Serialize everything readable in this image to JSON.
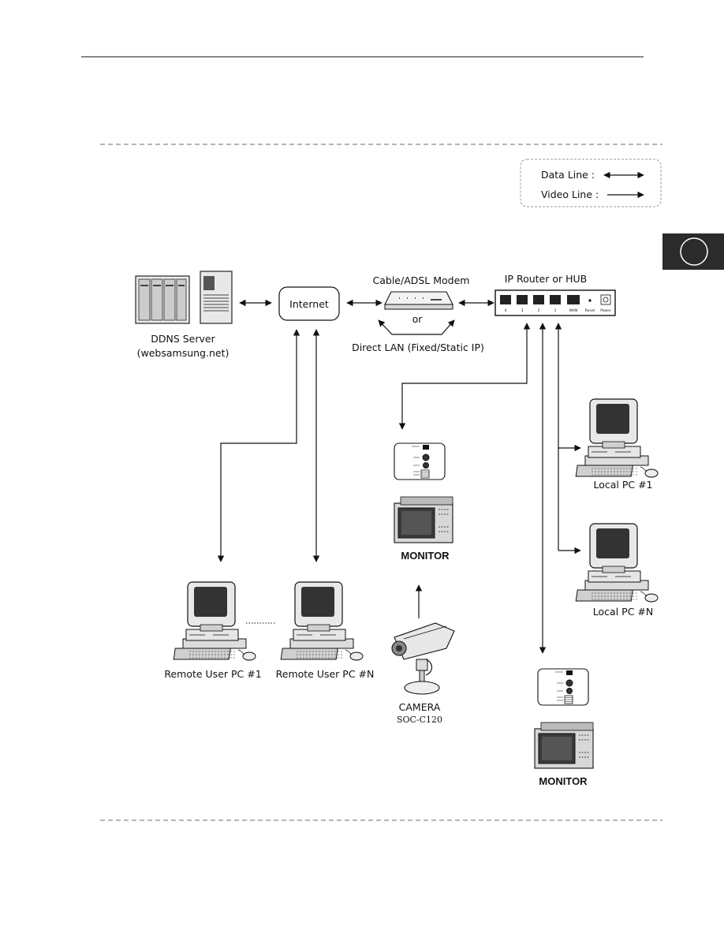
{
  "legend": {
    "data_line": "Data Line :",
    "video_line": "Video Line :"
  },
  "nodes": {
    "ddns_title": "DDNS Server",
    "ddns_sub": "(websamsung.net)",
    "internet": "Internet",
    "modem": "Cable/ADSL Modem",
    "or": "or",
    "direct_lan": "Direct LAN (Fixed/Static IP)",
    "router": "IP Router or HUB",
    "monitor": "MONITOR",
    "camera": "CAMERA",
    "camera_model": "SOC-C120",
    "local_pc_1": "Local PC #1",
    "local_pc_n": "Local PC #N",
    "remote_pc_1": "Remote User PC #1",
    "remote_pc_n": "Remote User PC #N"
  },
  "router_ports": [
    "4",
    "3",
    "2",
    "1",
    "WAN",
    "Reset",
    "Power"
  ],
  "colors": {
    "line": "#111111",
    "dash": "#888888",
    "tab": "#2b2b2b",
    "screen": "#3a3a3a"
  }
}
